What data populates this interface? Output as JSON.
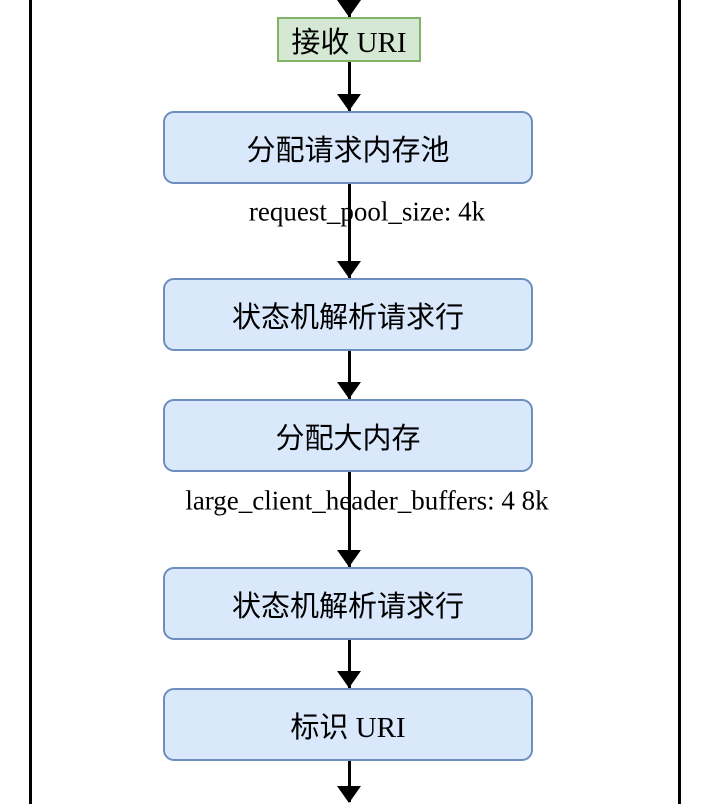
{
  "diagram": {
    "type": "flowchart",
    "direction": "top-to-bottom"
  },
  "nodes": {
    "receive_uri": {
      "label": "接收 URI",
      "shape": "rectangle",
      "color": "green"
    },
    "alloc_request_pool": {
      "label": "分配请求内存池",
      "shape": "rounded-rectangle",
      "color": "blue"
    },
    "parse_request_line_1": {
      "label": "状态机解析请求行",
      "shape": "rounded-rectangle",
      "color": "blue"
    },
    "alloc_large_memory": {
      "label": "分配大内存",
      "shape": "rounded-rectangle",
      "color": "blue"
    },
    "parse_request_line_2": {
      "label": "状态机解析请求行",
      "shape": "rounded-rectangle",
      "color": "blue"
    },
    "identify_uri": {
      "label": "标识 URI",
      "shape": "rounded-rectangle",
      "color": "blue"
    }
  },
  "annotations": {
    "request_pool_size": "request_pool_size: 4k",
    "large_client_header_buffers": "large_client_header_buffers: 4 8k"
  },
  "edges": [
    {
      "from": "top",
      "to": "receive_uri",
      "arrow": "filled-triangle-down"
    },
    {
      "from": "receive_uri",
      "to": "alloc_request_pool",
      "arrow": "filled-triangle-down"
    },
    {
      "from": "alloc_request_pool",
      "to": "parse_request_line_1",
      "arrow": "filled-triangle-down",
      "label": "request_pool_size: 4k"
    },
    {
      "from": "parse_request_line_1",
      "to": "alloc_large_memory",
      "arrow": "filled-triangle-down"
    },
    {
      "from": "alloc_large_memory",
      "to": "parse_request_line_2",
      "arrow": "filled-triangle-down",
      "label": "large_client_header_buffers: 4 8k"
    },
    {
      "from": "parse_request_line_2",
      "to": "identify_uri",
      "arrow": "filled-triangle-down"
    },
    {
      "from": "identify_uri",
      "to": "bottom",
      "arrow": "filled-triangle-down"
    }
  ],
  "colors": {
    "node_green_fill": "#d5e8d4",
    "node_green_border": "#82b366",
    "node_blue_fill": "#dae8fc",
    "node_blue_border": "#6c8ebf",
    "line": "#000000"
  }
}
